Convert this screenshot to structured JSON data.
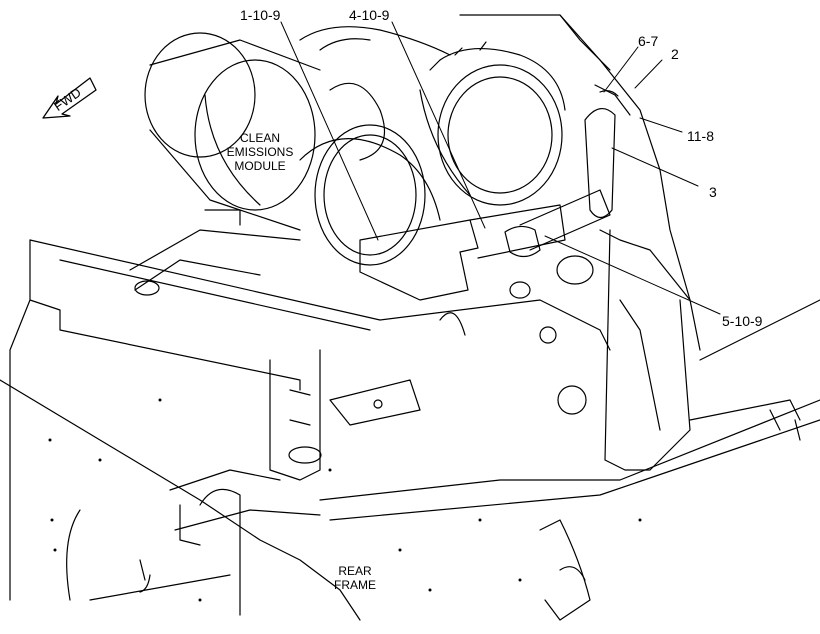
{
  "callouts": {
    "c_1_10_9": "1-10-9",
    "c_4_10_9": "4-10-9",
    "c_6_7": "6-7",
    "c_2": "2",
    "c_11_8": "11-8",
    "c_3": "3",
    "c_5_10_9": "5-10-9"
  },
  "labels": {
    "cem_line1": "CLEAN",
    "cem_line2": "EMISSIONS",
    "cem_line3": "MODULE",
    "rear_line1": "REAR",
    "rear_line2": "FRAME",
    "fwd": "FWD"
  },
  "colors": {
    "ink": "#000000",
    "paper": "#ffffff"
  }
}
